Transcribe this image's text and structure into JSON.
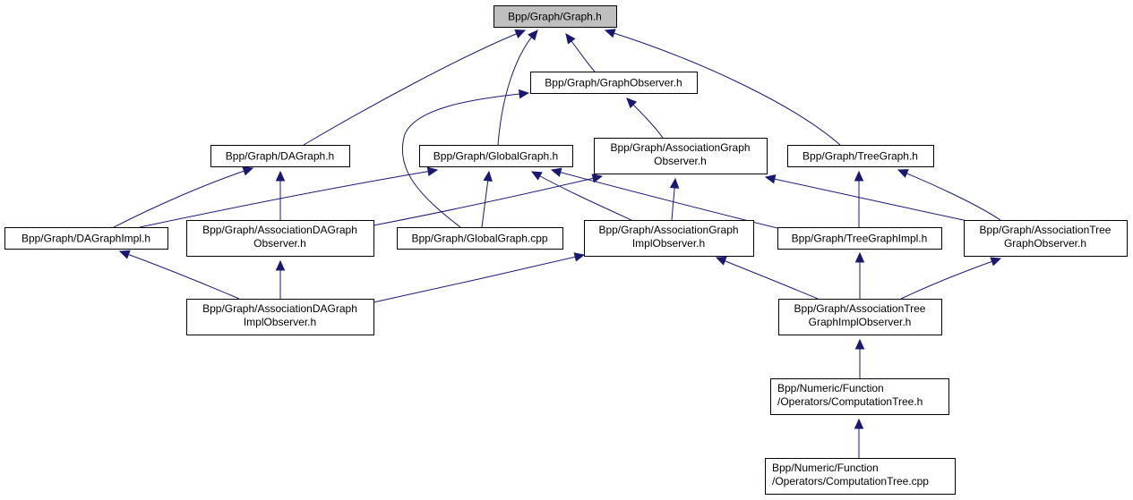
{
  "diagram": {
    "type": "include-dependency-graph",
    "colors": {
      "edge": "#191970",
      "root_fill": "#bfbfbf",
      "node_fill": "#ffffff",
      "border": "#000000"
    },
    "nodes": [
      {
        "id": "graph_h",
        "lines": [
          "Bpp/Graph/Graph.h"
        ],
        "root": true
      },
      {
        "id": "graphobserver_h",
        "lines": [
          "Bpp/Graph/GraphObserver.h"
        ]
      },
      {
        "id": "dagraph_h",
        "lines": [
          "Bpp/Graph/DAGraph.h"
        ]
      },
      {
        "id": "globalgraph_h",
        "lines": [
          "Bpp/Graph/GlobalGraph.h"
        ]
      },
      {
        "id": "assocgraphobs_h",
        "lines": [
          "Bpp/Graph/AssociationGraph",
          "Observer.h"
        ]
      },
      {
        "id": "treegraph_h",
        "lines": [
          "Bpp/Graph/TreeGraph.h"
        ]
      },
      {
        "id": "dagraphimpl_h",
        "lines": [
          "Bpp/Graph/DAGraphImpl.h"
        ]
      },
      {
        "id": "assocdagraphobs_h",
        "lines": [
          "Bpp/Graph/AssociationDAGraph",
          "Observer.h"
        ]
      },
      {
        "id": "globalgraph_cpp",
        "lines": [
          "Bpp/Graph/GlobalGraph.cpp"
        ]
      },
      {
        "id": "assocgraphimplobs_h",
        "lines": [
          "Bpp/Graph/AssociationGraph",
          "ImplObserver.h"
        ]
      },
      {
        "id": "treegraphimpl_h",
        "lines": [
          "Bpp/Graph/TreeGraphImpl.h"
        ]
      },
      {
        "id": "assoctreegraphobs_h",
        "lines": [
          "Bpp/Graph/AssociationTree",
          "GraphObserver.h"
        ]
      },
      {
        "id": "assocdagraphimplobs_h",
        "lines": [
          "Bpp/Graph/AssociationDAGraph",
          "ImplObserver.h"
        ]
      },
      {
        "id": "assoctreegraphimplobs_h",
        "lines": [
          "Bpp/Graph/AssociationTree",
          "GraphImplObserver.h"
        ]
      },
      {
        "id": "comptree_h",
        "lines": [
          "Bpp/Numeric/Function",
          "/Operators/ComputationTree.h"
        ]
      },
      {
        "id": "comptree_cpp",
        "lines": [
          "Bpp/Numeric/Function",
          "/Operators/ComputationTree.cpp"
        ]
      }
    ],
    "edges": [
      {
        "from": "dagraph_h",
        "to": "graph_h"
      },
      {
        "from": "globalgraph_h",
        "to": "graph_h"
      },
      {
        "from": "graphobserver_h",
        "to": "graph_h"
      },
      {
        "from": "treegraph_h",
        "to": "graph_h"
      },
      {
        "from": "globalgraph_cpp",
        "to": "graphobserver_h"
      },
      {
        "from": "assocgraphobs_h",
        "to": "graphobserver_h"
      },
      {
        "from": "dagraphimpl_h",
        "to": "dagraph_h"
      },
      {
        "from": "assocdagraphobs_h",
        "to": "dagraph_h"
      },
      {
        "from": "dagraphimpl_h",
        "to": "globalgraph_h"
      },
      {
        "from": "globalgraph_cpp",
        "to": "globalgraph_h"
      },
      {
        "from": "assocgraphimplobs_h",
        "to": "globalgraph_h"
      },
      {
        "from": "treegraphimpl_h",
        "to": "globalgraph_h"
      },
      {
        "from": "assocdagraphobs_h",
        "to": "assocgraphobs_h"
      },
      {
        "from": "assocgraphimplobs_h",
        "to": "assocgraphobs_h"
      },
      {
        "from": "assoctreegraphobs_h",
        "to": "assocgraphobs_h"
      },
      {
        "from": "treegraphimpl_h",
        "to": "treegraph_h"
      },
      {
        "from": "assoctreegraphobs_h",
        "to": "treegraph_h"
      },
      {
        "from": "assocdagraphimplobs_h",
        "to": "dagraphimpl_h"
      },
      {
        "from": "assocdagraphimplobs_h",
        "to": "assocdagraphobs_h"
      },
      {
        "from": "assocdagraphimplobs_h",
        "to": "assocgraphimplobs_h"
      },
      {
        "from": "assoctreegraphimplobs_h",
        "to": "assocgraphimplobs_h"
      },
      {
        "from": "assoctreegraphimplobs_h",
        "to": "treegraphimpl_h"
      },
      {
        "from": "assoctreegraphimplobs_h",
        "to": "assoctreegraphobs_h"
      },
      {
        "from": "comptree_h",
        "to": "assoctreegraphimplobs_h"
      },
      {
        "from": "comptree_cpp",
        "to": "comptree_h"
      }
    ]
  }
}
